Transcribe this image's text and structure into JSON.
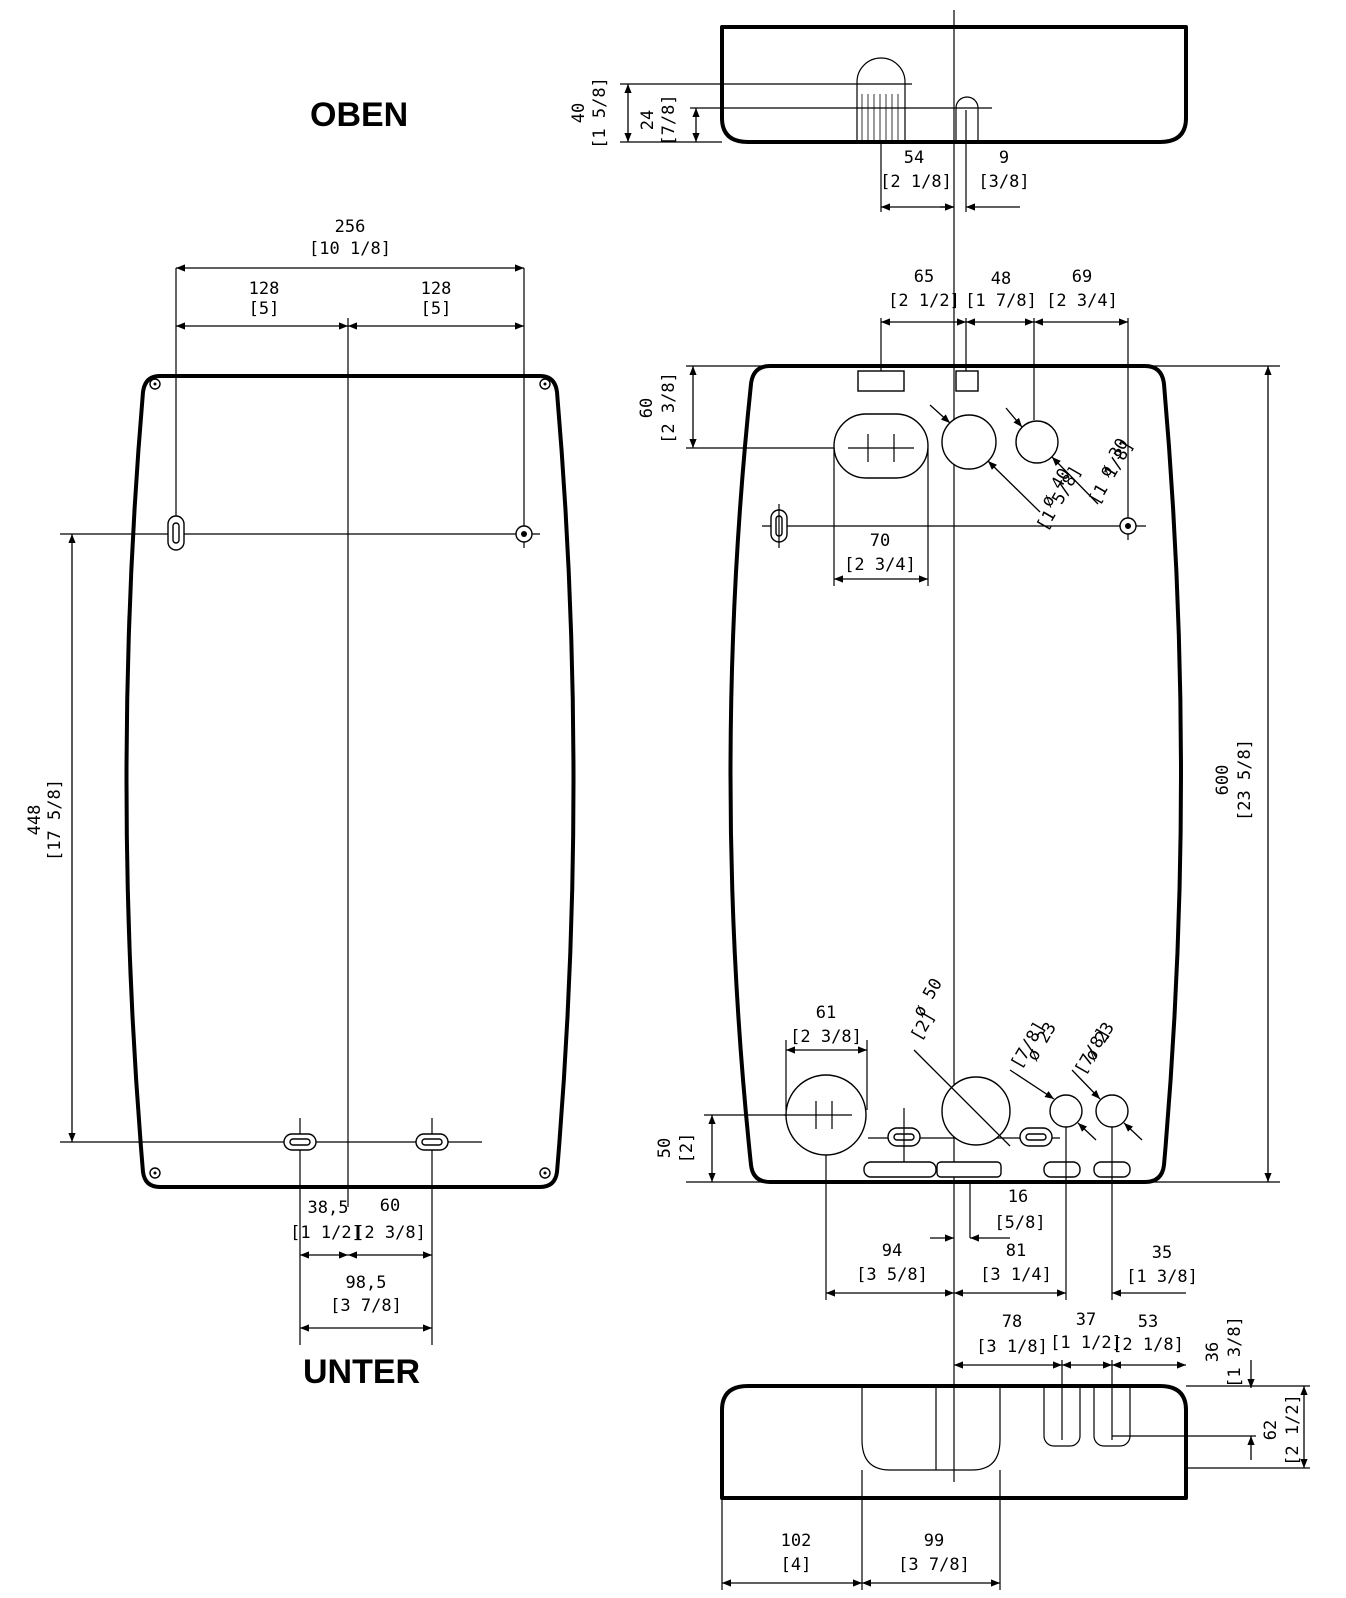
{
  "labels": {
    "top": "OBEN",
    "bottom": "UNTER"
  },
  "rear": {
    "d256": "256",
    "d256i": "[10 1/8]",
    "d128a": "128",
    "d128ai": "[5]",
    "d128b": "128",
    "d128bi": "[5]",
    "d448": "448",
    "d448i": "[17 5/8]",
    "d385": "38,5",
    "d385i": "[1 1/2]",
    "d60": "60",
    "d60i": "[2 3/8]",
    "d985": "98,5",
    "d985i": "[3 7/8]"
  },
  "topview": {
    "d40": "40",
    "d40i": "[1 5/8]",
    "d24": "24",
    "d24i": "[7/8]",
    "d54": "54",
    "d54i": "[2 1/8]",
    "d9": "9",
    "d9i": "[3/8]"
  },
  "front": {
    "d65": "65",
    "d65i": "[2 1/2]",
    "d48": "48",
    "d48i": "[1 7/8]",
    "d69": "69",
    "d69i": "[2 3/4]",
    "d60v": "60",
    "d60vi": "[2 3/8]",
    "d70": "70",
    "d70i": "[2 3/4]",
    "dia30": "ø 30",
    "dia30i": "[1 1/8]",
    "dia40": "ø 40",
    "dia40i": "[1 5/8]",
    "d600": "600",
    "d600i": "[23 5/8]",
    "d61": "61",
    "d61i": "[2 3/8]",
    "dia50": "ø 50",
    "dia50i": "[2]",
    "dia23a": "ø 23",
    "dia23ai": "[7/8]",
    "dia23b": "ø 23",
    "dia23bi": "[7/8]",
    "d50": "50",
    "d50i": "[2]",
    "d16": "16",
    "d16i": "[5/8]",
    "d94": "94",
    "d94i": "[3 5/8]",
    "d81": "81",
    "d81i": "[3 1/4]",
    "d35": "35",
    "d35i": "[1 3/8]"
  },
  "bottomview": {
    "d78": "78",
    "d78i": "[3 1/8]",
    "d37": "37",
    "d37i": "[1 1/2]",
    "d53": "53",
    "d53i": "[2 1/8]",
    "d36": "36",
    "d36i": "[1 3/8]",
    "d62": "62",
    "d62i": "[2 1/2]",
    "d102": "102",
    "d102i": "[4]",
    "d99": "99",
    "d99i": "[3 7/8]"
  }
}
